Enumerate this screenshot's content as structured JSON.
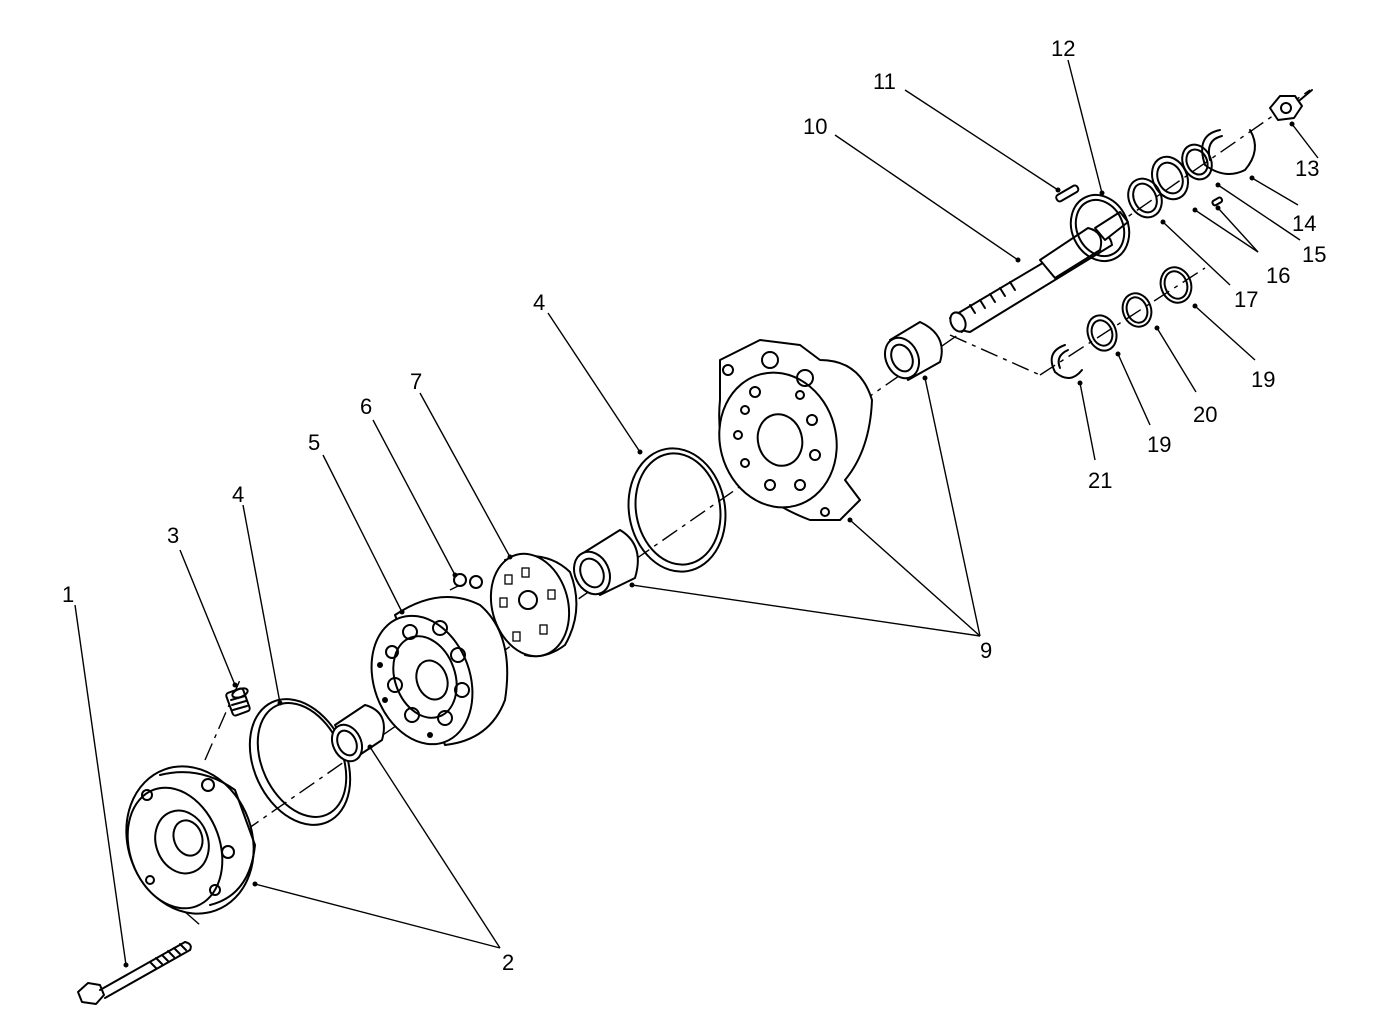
{
  "callouts": [
    {
      "id": "c1",
      "text": "1"
    },
    {
      "id": "c2",
      "text": "2"
    },
    {
      "id": "c3",
      "text": "3"
    },
    {
      "id": "c4a",
      "text": "4"
    },
    {
      "id": "c4b",
      "text": "4"
    },
    {
      "id": "c5",
      "text": "5"
    },
    {
      "id": "c6",
      "text": "6"
    },
    {
      "id": "c7",
      "text": "7"
    },
    {
      "id": "c9",
      "text": "9"
    },
    {
      "id": "c10",
      "text": "10"
    },
    {
      "id": "c11",
      "text": "11"
    },
    {
      "id": "c12",
      "text": "12"
    },
    {
      "id": "c13",
      "text": "13"
    },
    {
      "id": "c14",
      "text": "14"
    },
    {
      "id": "c15",
      "text": "15"
    },
    {
      "id": "c16",
      "text": "16"
    },
    {
      "id": "c17",
      "text": "17"
    },
    {
      "id": "c19a",
      "text": "19"
    },
    {
      "id": "c19b",
      "text": "19"
    },
    {
      "id": "c20",
      "text": "20"
    },
    {
      "id": "c21",
      "text": "21"
    }
  ]
}
